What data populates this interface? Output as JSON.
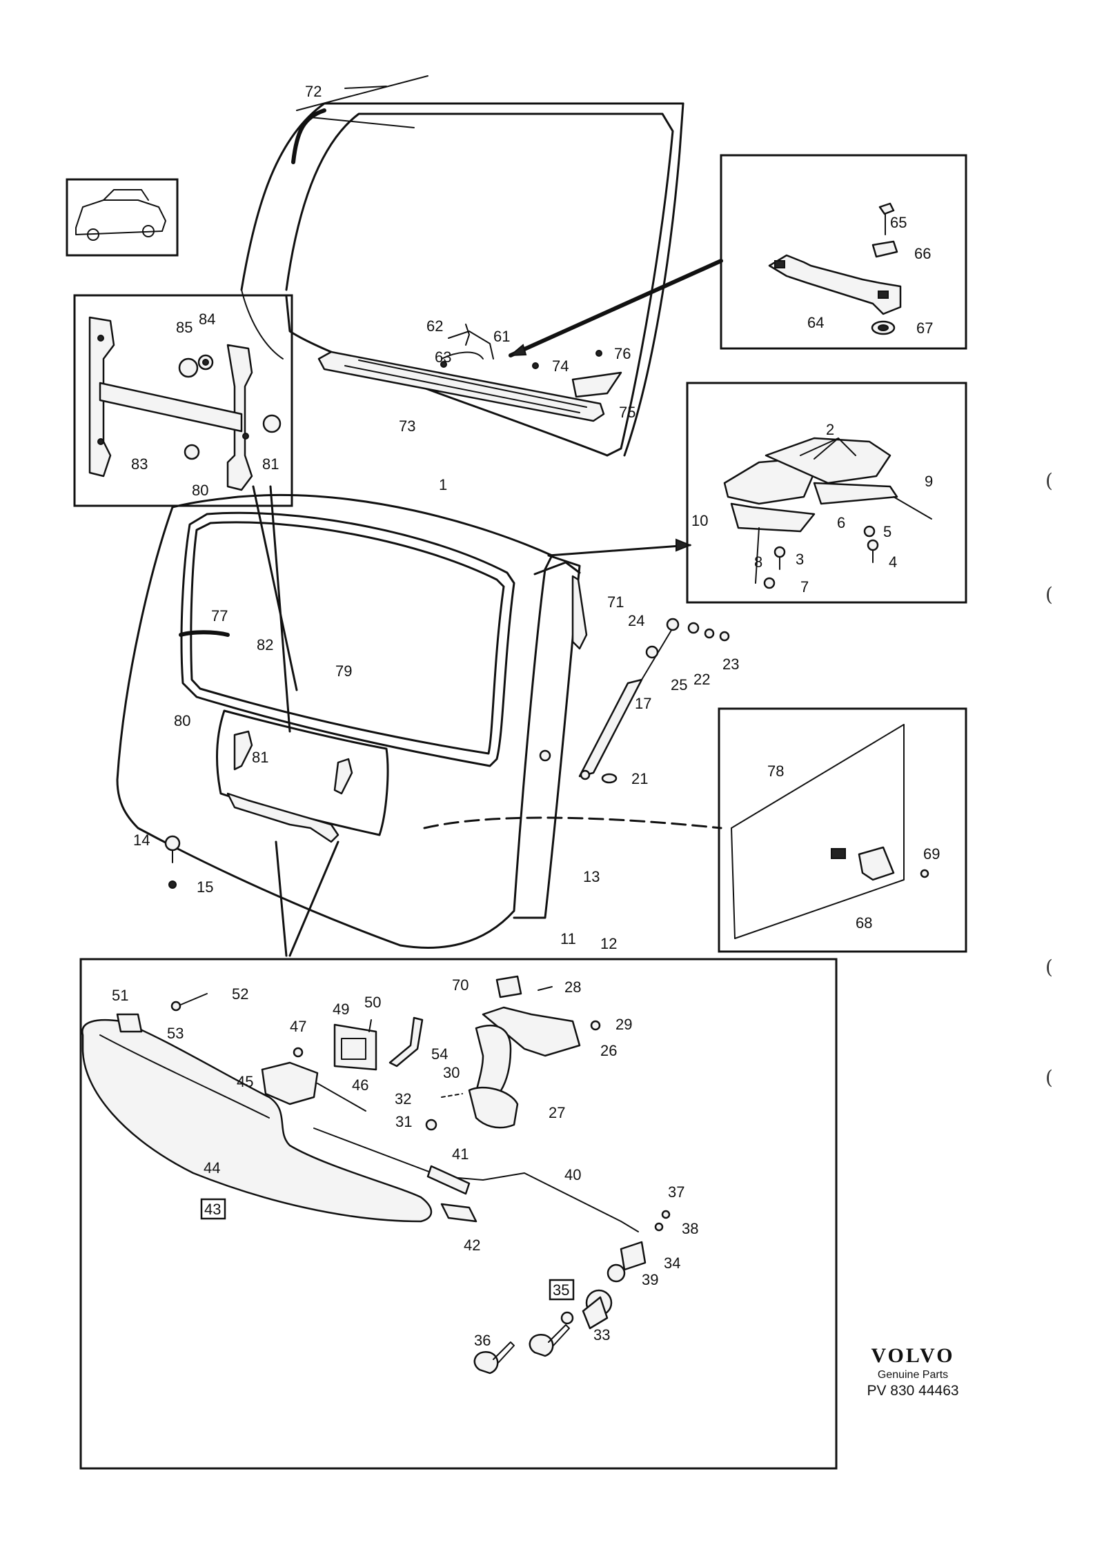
{
  "callouts": {
    "c1": "1",
    "c2": "2",
    "c3": "3",
    "c4": "4",
    "c5": "5",
    "c6": "6",
    "c7": "7",
    "c8": "8",
    "c9": "9",
    "c10": "10",
    "c11": "11",
    "c12": "12",
    "c13": "13",
    "c14": "14",
    "c15": "15",
    "c17": "17",
    "c21": "21",
    "c22": "22",
    "c23": "23",
    "c24": "24",
    "c25": "25",
    "c26": "26",
    "c27": "27",
    "c28": "28",
    "c29": "29",
    "c30": "30",
    "c31": "31",
    "c32": "32",
    "c33": "33",
    "c34": "34",
    "c35": "35",
    "c36": "36",
    "c37": "37",
    "c38": "38",
    "c39": "39",
    "c40": "40",
    "c41": "41",
    "c42": "42",
    "c43": "43",
    "c44": "44",
    "c45": "45",
    "c46": "46",
    "c47": "47",
    "c49": "49",
    "c50": "50",
    "c51": "51",
    "c52": "52",
    "c53": "53",
    "c54": "54",
    "c61": "61",
    "c62": "62",
    "c63": "63",
    "c64": "64",
    "c65": "65",
    "c66": "66",
    "c67": "67",
    "c68": "68",
    "c69": "69",
    "c70": "70",
    "c71": "71",
    "c72": "72",
    "c73": "73",
    "c74": "74",
    "c75": "75",
    "c76": "76",
    "c77": "77",
    "c78": "78",
    "c79": "79",
    "c80a": "80",
    "c80b": "80",
    "c81a": "81",
    "c81b": "81",
    "c82": "82",
    "c83": "83",
    "c84": "84",
    "c85": "85"
  },
  "brand": {
    "logo": "VOLVO",
    "subtitle": "Genuine Parts",
    "part_number": "PV 830 44463"
  },
  "margin_marks": [
    "(",
    "(",
    "(",
    "("
  ]
}
